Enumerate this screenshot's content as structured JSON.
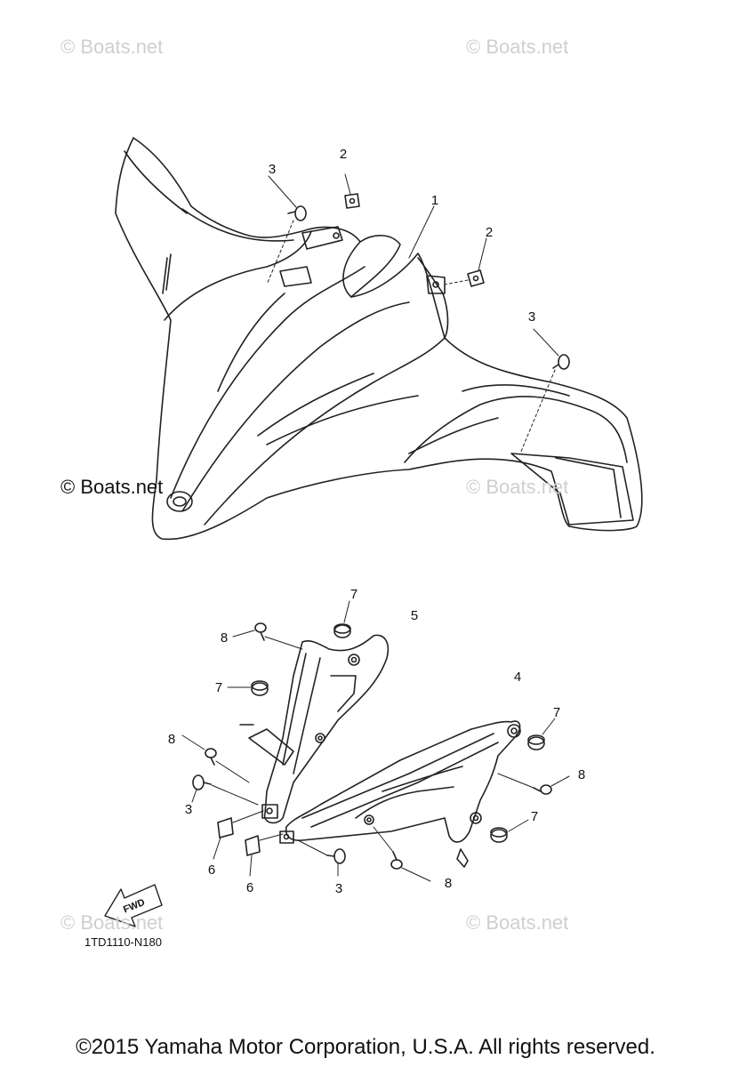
{
  "watermark": "© Boats.net",
  "watermark_center": "© Boats.net",
  "diagram_code": "1TD1110-N180",
  "fwd_label": "FWD",
  "copyright": "©2015 Yamaha Motor Corporation, U.S.A. All rights reserved.",
  "callouts": {
    "c1": "1",
    "c2a": "2",
    "c2b": "2",
    "c3a": "3",
    "c3b": "3",
    "c3c": "3",
    "c3d": "3",
    "c4": "4",
    "c5": "5",
    "c6a": "6",
    "c6b": "6",
    "c7a": "7",
    "c7b": "7",
    "c7c": "7",
    "c7d": "7",
    "c8a": "8",
    "c8b": "8",
    "c8c": "8",
    "c8d": "8"
  }
}
